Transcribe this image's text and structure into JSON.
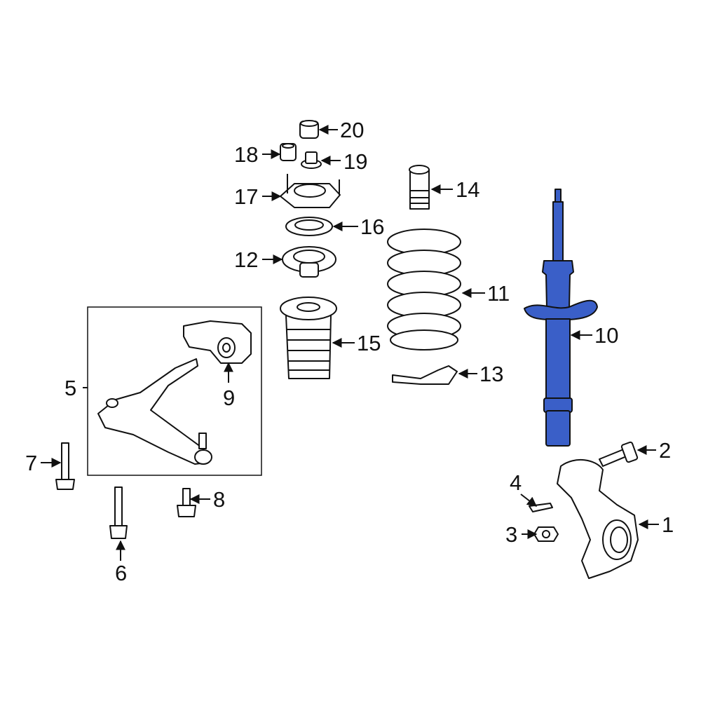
{
  "diagram": {
    "highlight_color": "#3a5fc8",
    "callouts": {
      "c1": "1",
      "c2": "2",
      "c3": "3",
      "c4": "4",
      "c5": "5",
      "c6": "6",
      "c7": "7",
      "c8": "8",
      "c9": "9",
      "c10": "10",
      "c11": "11",
      "c12": "12",
      "c13": "13",
      "c14": "14",
      "c15": "15",
      "c16": "16",
      "c17": "17",
      "c18": "18",
      "c19": "19",
      "c20": "20"
    },
    "highlighted_part": "10"
  }
}
